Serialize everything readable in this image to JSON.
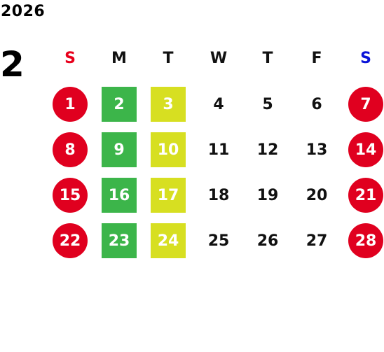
{
  "calendar": {
    "year": "2026",
    "month": "2",
    "weekdays": [
      "S",
      "M",
      "T",
      "W",
      "T",
      "F",
      "S"
    ],
    "weekday_colors": [
      "#e8001c",
      "#111111",
      "#111111",
      "#111111",
      "#111111",
      "#111111",
      "#0a14d8"
    ],
    "weeks": [
      [
        "1",
        "2",
        "3",
        "4",
        "5",
        "6",
        "7"
      ],
      [
        "8",
        "9",
        "10",
        "11",
        "12",
        "13",
        "14"
      ],
      [
        "15",
        "16",
        "17",
        "18",
        "19",
        "20",
        "21"
      ],
      [
        "22",
        "23",
        "24",
        "25",
        "26",
        "27",
        "28"
      ]
    ],
    "column_styles": [
      {
        "type": "circle",
        "bg": "#e0001f",
        "fg": "#ffffff"
      },
      {
        "type": "square",
        "bg": "#3cb54a",
        "fg": "#ffffff"
      },
      {
        "type": "square",
        "bg": "#d7df21",
        "fg": "#ffffff"
      },
      {
        "type": "plain",
        "bg": "",
        "fg": "#111111"
      },
      {
        "type": "plain",
        "bg": "",
        "fg": "#111111"
      },
      {
        "type": "plain",
        "bg": "",
        "fg": "#111111"
      },
      {
        "type": "circle",
        "bg": "#e0001f",
        "fg": "#ffffff"
      }
    ]
  }
}
